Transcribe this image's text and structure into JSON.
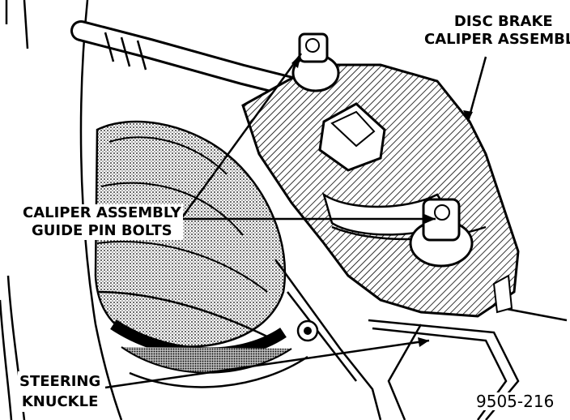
{
  "labels": {
    "caliper_assembly": [
      "DISC BRAKE",
      "CALIPER ASSEMBLY"
    ],
    "guide_pin_bolts": [
      "CALIPER ASSEMBLY",
      "GUIDE PIN BOLTS"
    ],
    "steering_knuckle": [
      "STEERING",
      "KNUCKLE"
    ]
  },
  "figure_number": "9505-216",
  "colors": {
    "ink": "#000000",
    "paper": "#ffffff"
  }
}
